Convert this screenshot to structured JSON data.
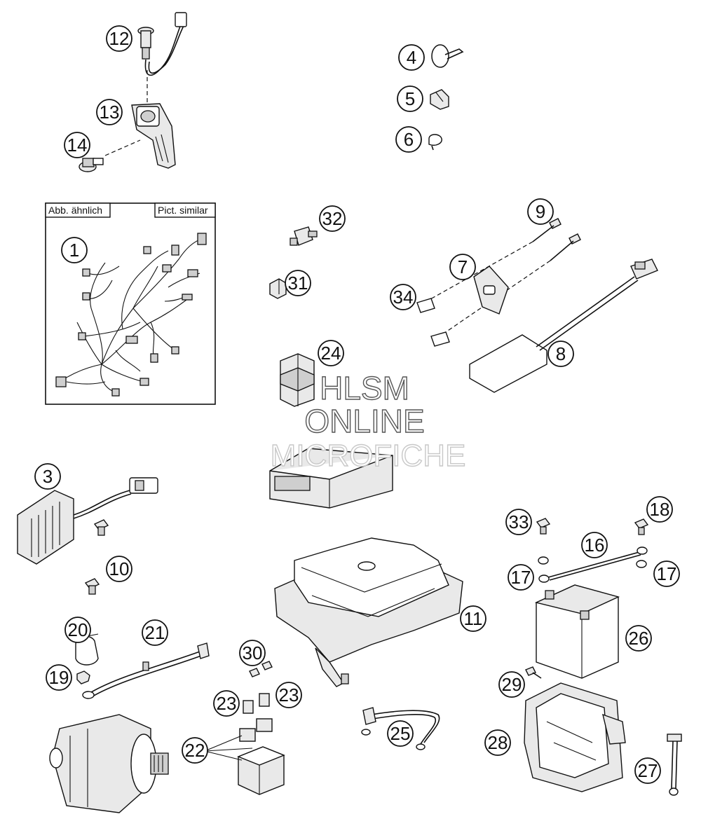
{
  "inset": {
    "label_left": "Abb. ähnlich",
    "label_right": "Pict. similar"
  },
  "watermark": {
    "line1": "HLSM",
    "line2": "ONLINE",
    "line3": "MICROFICHE"
  },
  "callouts": {
    "c1": "1",
    "c3": "3",
    "c4": "4",
    "c5": "5",
    "c6": "6",
    "c7": "7",
    "c8": "8",
    "c9": "9",
    "c10": "10",
    "c11": "11",
    "c12": "12",
    "c13": "13",
    "c14": "14",
    "c16": "16",
    "c17a": "17",
    "c17b": "17",
    "c18": "18",
    "c19": "19",
    "c20": "20",
    "c21": "21",
    "c22": "22",
    "c23a": "23",
    "c23b": "23",
    "c24": "24",
    "c25": "25",
    "c26": "26",
    "c27": "27",
    "c28": "28",
    "c29": "29",
    "c30": "30",
    "c31": "31",
    "c32": "32",
    "c33": "33",
    "c34": "34"
  }
}
